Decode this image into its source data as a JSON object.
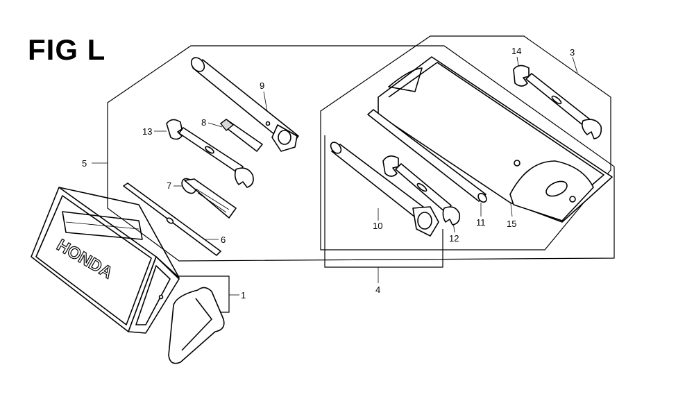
{
  "figure": {
    "title": "FIG L",
    "brand_marking": "HONDA"
  },
  "callouts": [
    {
      "id": "c1",
      "label": "1"
    },
    {
      "id": "c3",
      "label": "3"
    },
    {
      "id": "c4",
      "label": "4"
    },
    {
      "id": "c5",
      "label": "5"
    },
    {
      "id": "c6",
      "label": "6"
    },
    {
      "id": "c7",
      "label": "7"
    },
    {
      "id": "c8",
      "label": "8"
    },
    {
      "id": "c9",
      "label": "9"
    },
    {
      "id": "c10",
      "label": "10"
    },
    {
      "id": "c11",
      "label": "11"
    },
    {
      "id": "c12",
      "label": "12"
    },
    {
      "id": "c13",
      "label": "13"
    },
    {
      "id": "c14",
      "label": "14"
    },
    {
      "id": "c15",
      "label": "15"
    }
  ]
}
